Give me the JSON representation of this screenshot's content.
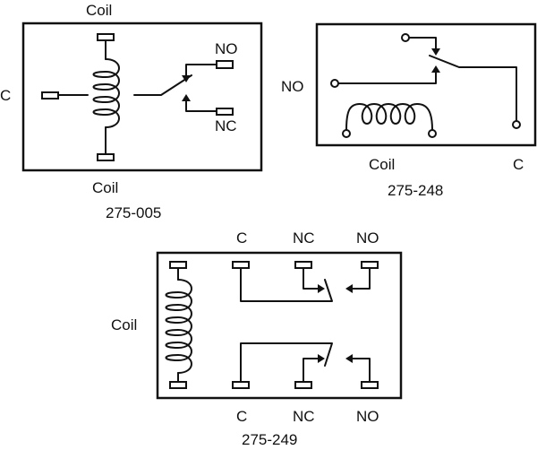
{
  "relays": [
    {
      "part": "275-005",
      "labels": {
        "coil_top": "Coil",
        "coil_bottom": "Coil",
        "common": "C",
        "no": "NO",
        "nc": "NC"
      }
    },
    {
      "part": "275-248",
      "labels": {
        "no": "NO",
        "coil": "Coil",
        "common": "C"
      }
    },
    {
      "part": "275-249",
      "labels": {
        "coil": "Coil",
        "top_common": "C",
        "top_nc": "NC",
        "top_no": "NO",
        "bottom_common": "C",
        "bottom_nc": "NC",
        "bottom_no": "NO"
      }
    }
  ]
}
